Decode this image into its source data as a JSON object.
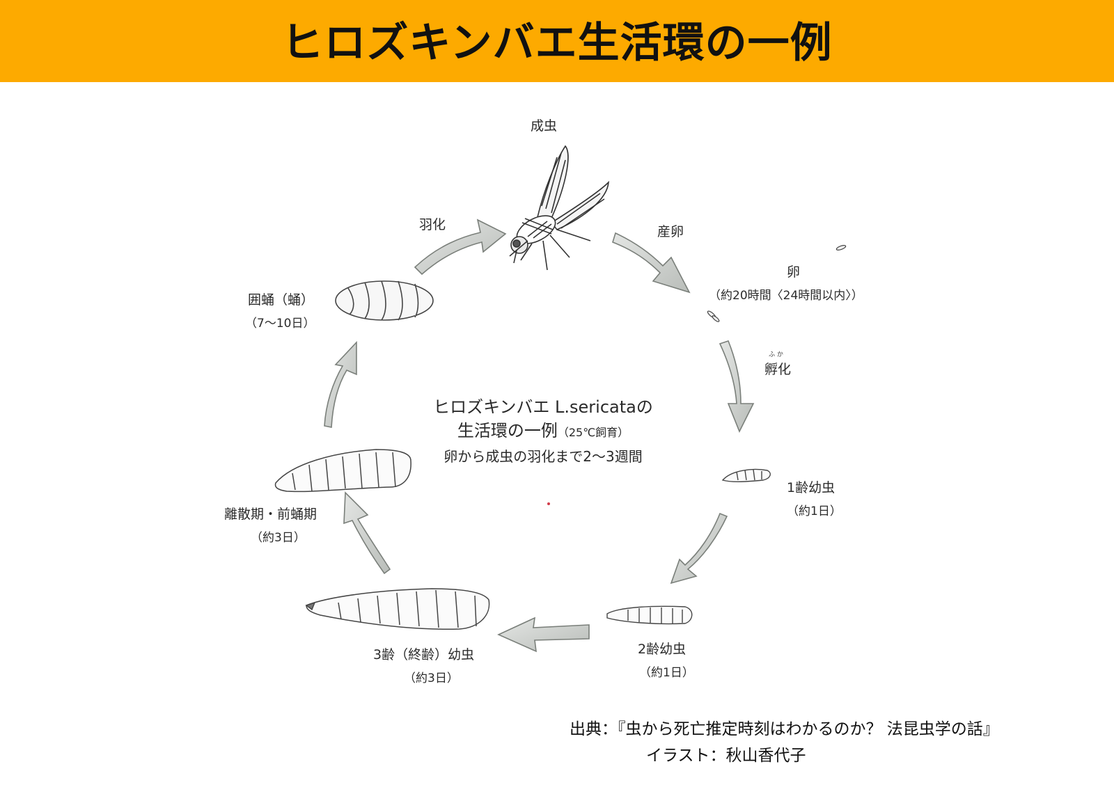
{
  "header": {
    "title": "ヒロズキンバエ生活環の一例"
  },
  "stages": {
    "adult": {
      "label": "成虫"
    },
    "egg": {
      "label": "卵",
      "duration": "（約20時間〈24時間以内〉）"
    },
    "first_instar": {
      "label": "1齢幼虫",
      "duration": "（約1日）"
    },
    "second_instar": {
      "label": "2齢幼虫",
      "duration": "（約1日）"
    },
    "third_instar": {
      "label": "3齢（終齢）幼虫",
      "duration": "（約3日）"
    },
    "wandering": {
      "label": "離散期・前蛹期",
      "duration": "（約3日）"
    },
    "pupa": {
      "label": "囲蛹（蛹）",
      "duration": "（7～10日）"
    }
  },
  "transitions": {
    "oviposition": "産卵",
    "hatching": "孵化",
    "hatching_ruby": "ふ か",
    "emergence": "羽化"
  },
  "center": {
    "line1": "ヒロズキンバエ L.sericataの",
    "line2": "生活環の一例",
    "line2_note": "（25℃飼育）",
    "line3": "卵から成虫の羽化まで2～3週間"
  },
  "credits": {
    "source": "出典：『虫から死亡推定時刻はわかるのか？ 法昆虫学の話』",
    "illustration": "イラスト：秋山香代子"
  },
  "colors": {
    "banner": "#fdaa00",
    "arrow_fill": "#c8ccc8",
    "arrow_stroke": "#7a7f7a"
  }
}
